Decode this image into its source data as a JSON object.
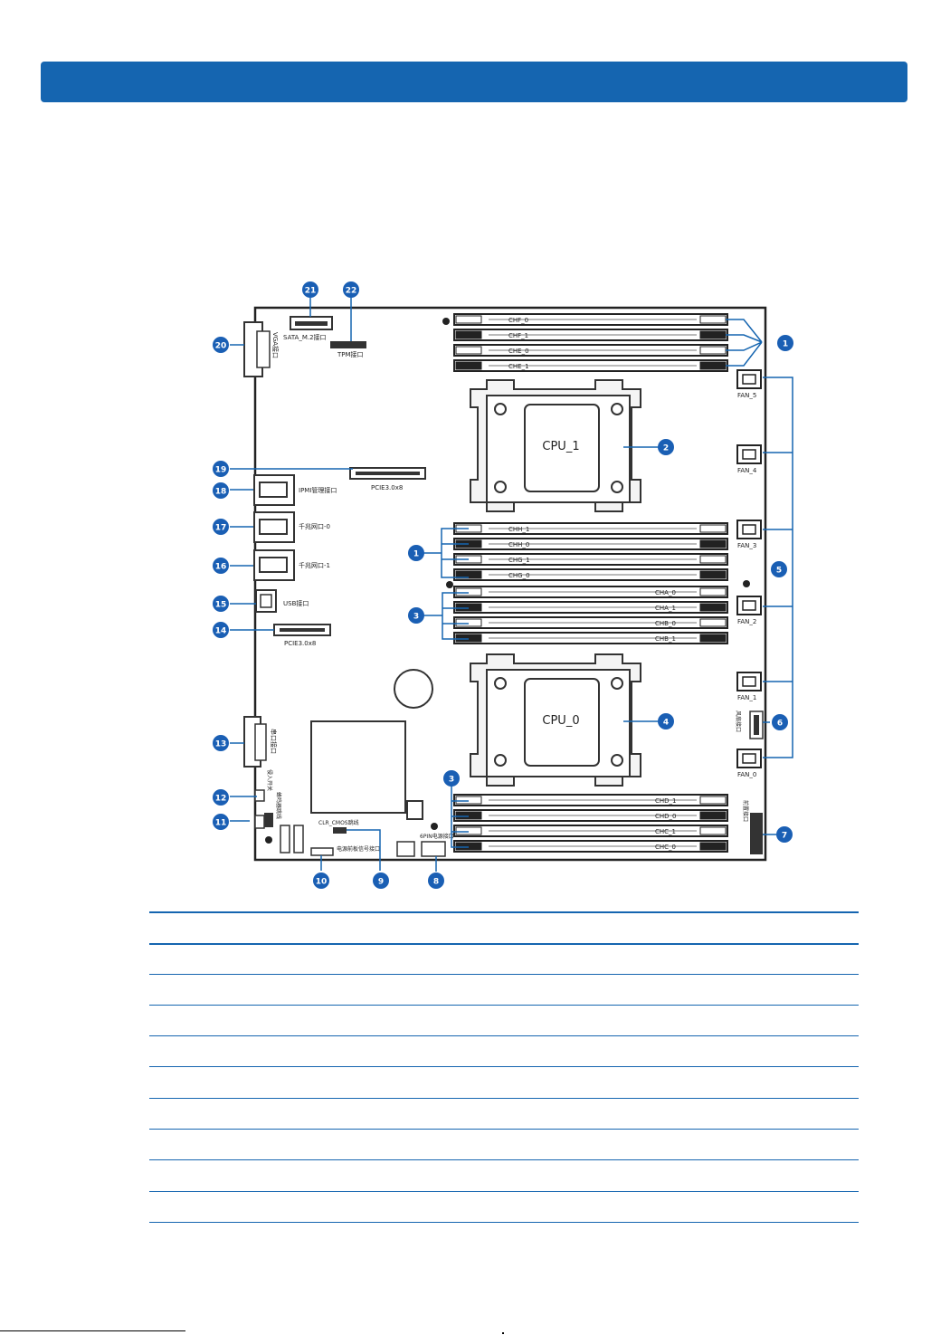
{
  "header": {
    "color": "#1565b0"
  },
  "board": {
    "cpu": [
      "CPU_1",
      "CPU_0"
    ],
    "dimm_top": [
      "CHF_0",
      "CHF_1",
      "CHE_0",
      "CHE_1"
    ],
    "dimm_mid_a": [
      "CHH_1",
      "CHH_0",
      "CHG_1",
      "CHG_0"
    ],
    "dimm_mid_b": [
      "CHA_0",
      "CHA_1",
      "CHB_0",
      "CHB_1"
    ],
    "dimm_bot": [
      "CHD_1",
      "CHD_0",
      "CHC_1",
      "CHC_0"
    ],
    "fans": [
      "FAN_5",
      "FAN_4",
      "FAN_3",
      "FAN_2",
      "FAN_1",
      "FAN_0"
    ],
    "labels": {
      "sata": "SATA_M.2接口",
      "tpm": "TPM接口",
      "vga": "VGA接口",
      "pcie_top": "PCIE3.0x8",
      "ipmi": "IPMI管理接口",
      "lan0": "千兆网口-0",
      "lan1": "千兆网口-1",
      "usb": "USB接口",
      "pcie_bottom": "PCIE3.0x8",
      "serial": "串口接口",
      "clr_cmos": "CLR_CMOS跳线",
      "power_6pin": "6PIN电源接口",
      "front_panel": "电源前板信号接口",
      "right_conn": "前置接口",
      "fan_conn": "风扇接口",
      "jumper_a": "侵入开关",
      "jumper_b": "蜂鸣器跳线"
    },
    "callouts": [
      "1",
      "2",
      "3",
      "4",
      "5",
      "6",
      "7",
      "8",
      "9",
      "10",
      "11",
      "12",
      "13",
      "14",
      "15",
      "16",
      "17",
      "18",
      "19",
      "20",
      "21",
      "22"
    ]
  }
}
